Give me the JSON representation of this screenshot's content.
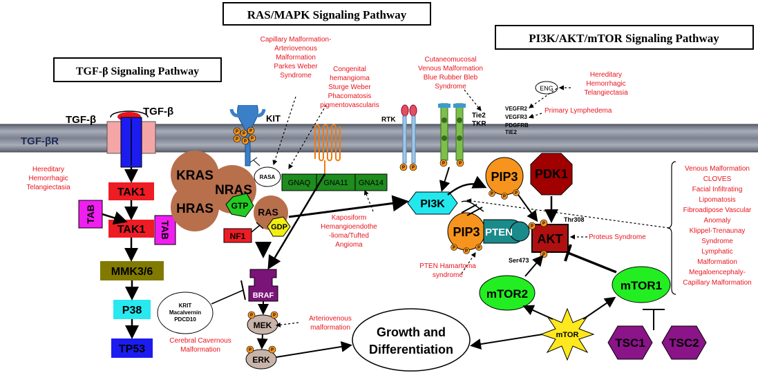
{
  "titles": {
    "ras": "RAS/MAPK Signaling Pathway",
    "pi3k": "PI3K/AKT/mTOR Signaling Pathway",
    "tgf": "TGF-β Signaling Pathway"
  },
  "membrane_labels": {
    "tgfb_left": "TGF-β",
    "tgfb_right": "TGF-β",
    "tgfbr": "TGF-βR",
    "kit": "KIT",
    "rtk": "RTK",
    "tie2": "Tie2",
    "tkr": "TKR",
    "vegfr2": "VEGFR2",
    "vegfr3": "VEGFR3",
    "pdgfrb": "PDGFRB",
    "tie2b": "TIE2",
    "eng": "ENG"
  },
  "nodes": {
    "tak1_a": "TAK1",
    "tak1_b": "TAK1",
    "tab_a": "TAB",
    "tab_b": "TAB",
    "mmk": "MMK3/6",
    "p38": "P38",
    "tp53": "TP53",
    "kras": "KRAS",
    "nras": "NRAS",
    "hras": "HRAS",
    "gtp": "GTP",
    "gdp": "GDP",
    "ras": "RAS",
    "rasa": "RASA",
    "nf1": "NF1",
    "gnaq": "GNAQ",
    "gna11": "GNA11",
    "gna14": "GNA14",
    "braf": "BRAF",
    "mek": "MEK",
    "erk": "ERK",
    "krit1": "KRIT",
    "krit2": "Macalvernin",
    "krit3": "PDCD10",
    "growth1": "Growth and",
    "growth2": "Differentiation",
    "pi3k": "PI3K",
    "pip3_top": "PIP3",
    "pip3_bottom": "PIP3",
    "pten": "PTEN",
    "pdk1": "PDK1",
    "akt": "AKT",
    "thr308": "Thr308",
    "ser473": "Ser473",
    "mtor2": "mTOR2",
    "mtor1": "mTOR1",
    "mtor": "mTOR",
    "tsc1": "TSC1",
    "tsc2": "TSC2",
    "p": "P"
  },
  "diseases": {
    "capillary": [
      "Capillary Malformation-",
      "Arteriovenous",
      "Malformation",
      "Parkes Weber",
      "Syndrome"
    ],
    "congenital": [
      "Congenital",
      "hemangioma",
      "Sturge Weber",
      "Phacomatosis",
      "pigmentovascularis"
    ],
    "cutaneo": [
      "Cutaneomucosal",
      "Venous Malformation",
      "Blue Rubber Bleb",
      "Syndrome"
    ],
    "hht_right": [
      "Hereditary",
      "Hemorrhagic",
      "Telangiectasia"
    ],
    "lymphedema": "Primary Lymphedema",
    "hht_left": [
      "Hereditary",
      "Hemorrhagic",
      "Telangiectasia"
    ],
    "kaposi": [
      "Kaposiform",
      "Hemangioendothe",
      "-lioma/Tufted",
      "Angioma"
    ],
    "pten_ham": [
      "PTEN Hamartoma",
      "syndrome"
    ],
    "proteus": "Proteus Syndrome",
    "ccm": [
      "Cerebral Cavernous",
      "Malformation"
    ],
    "avm": [
      "Arteriovenous",
      "malformation"
    ],
    "pik3ca_list": [
      "Venous Malformation",
      "CLOVES",
      "Facial Infiltrating",
      "Lipomatosis",
      "Fibroadipose Vascular",
      "Anomaly",
      "Klippel-Trenaunay",
      "Syndrome",
      "Lymphatic",
      "Malformation",
      "Megaloencephaly-",
      "Capillary Malformation"
    ]
  },
  "colors": {
    "red_text": "#e8141c",
    "tak1": "#ee1c24",
    "tab": "#f01ef0",
    "mmk": "#807a00",
    "p38": "#28e8f0",
    "tp53": "#1c1cf0",
    "ras_brown": "#b86f4c",
    "gtp_green": "#22cc22",
    "gdp_yellow": "#f2ee14",
    "gna_green": "#1e8c1e",
    "braf_purple": "#7a1478",
    "mek_gray": "#c8b4a8",
    "pi3k_cyan": "#22e8ee",
    "pip3_orange": "#f7941d",
    "pten_teal": "#1a8a8a",
    "pdk1_darkred": "#a00000",
    "akt_darkred": "#b01010",
    "mtor_green": "#22ee22",
    "mtor_yellow": "#ffe81e",
    "tsc_purple": "#8a1488",
    "p_orange": "#f7941d"
  }
}
